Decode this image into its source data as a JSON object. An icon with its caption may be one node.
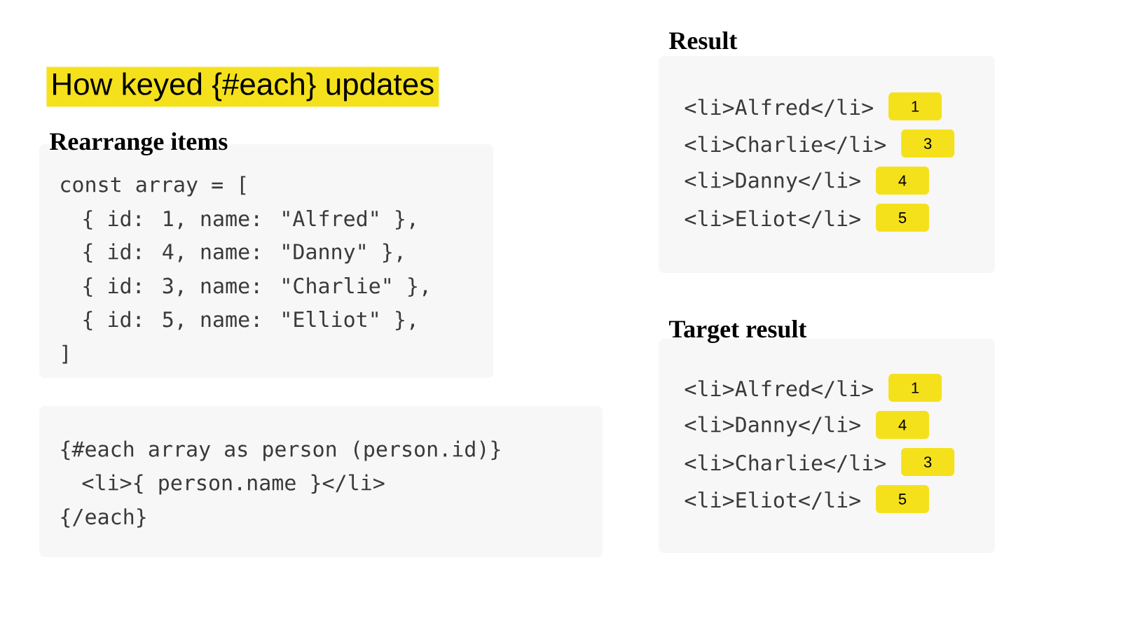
{
  "diagram": {
    "title": "How keyed {#each} updates",
    "nodes": [
      {
        "text": [
          "Rearrange items",
          "const array = [",
          "{ id: 1, name: \"Alfred\" },",
          "{ id: 4, name: \"Danny\" },",
          "{ id: 3, name: \"Charlie\" },",
          "{ id: 5, name: \"Elliot\" },",
          "]"
        ]
      },
      {
        "text": [
          "{#each array as person (person.id)}",
          "<li>{ person.name }</li>",
          "{/each}"
        ]
      },
      {
        "text": [
          "Result",
          "<li>Alfred</li>",
          "<li>Charlie</li>",
          "<li>Danny</li>",
          "<li>Eliot</li>"
        ]
      },
      {
        "text": [
          "1"
        ],
        "in": 2
      },
      {
        "text": [
          "3"
        ],
        "in": 2
      },
      {
        "text": [
          "4"
        ],
        "in": 2
      },
      {
        "text": [
          "5"
        ],
        "in": 2
      },
      {
        "text": [
          "Target result",
          "<li>Alfred</li>",
          "<li>Danny</li>",
          "<li>Charlie</li>",
          "<li>Eliot</li>"
        ]
      },
      {
        "text": [
          "1"
        ],
        "in": 7
      },
      {
        "text": [
          "4"
        ],
        "in": 7
      },
      {
        "text": [
          "3"
        ],
        "in": 7
      },
      {
        "text": [
          "5"
        ],
        "in": 7
      }
    ]
  }
}
